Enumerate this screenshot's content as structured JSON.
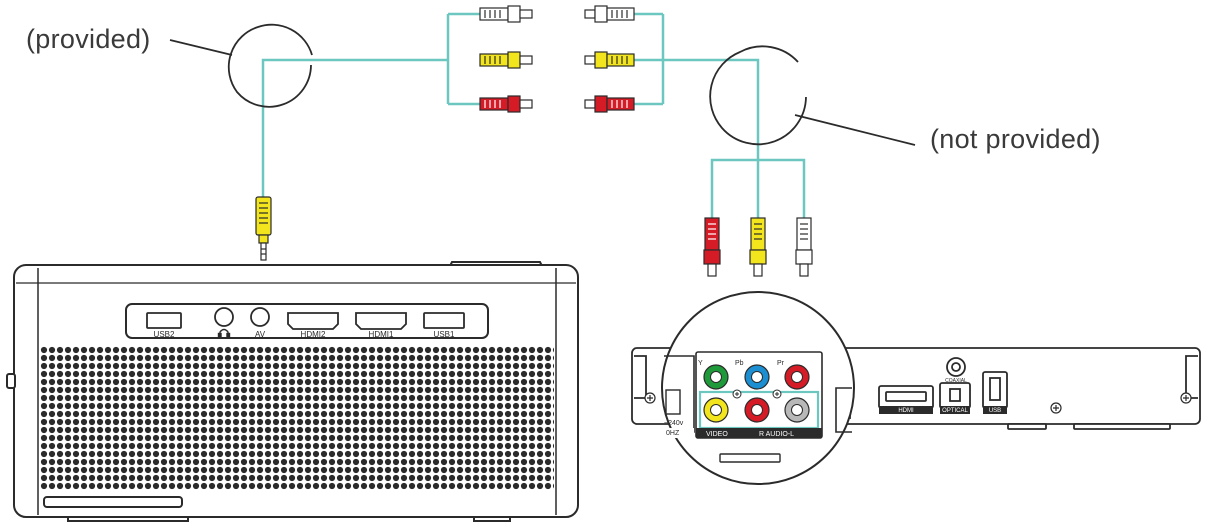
{
  "callouts": {
    "provided": "(provided)",
    "not_provided": "(not provided)"
  },
  "projector": {
    "ports": [
      {
        "id": "usb2",
        "label": "USB2"
      },
      {
        "id": "headphone",
        "label": ""
      },
      {
        "id": "av",
        "label": "AV"
      },
      {
        "id": "hdmi2",
        "label": "HDMI2"
      },
      {
        "id": "hdmi1",
        "label": "HDMI1"
      },
      {
        "id": "usb1",
        "label": "USB1"
      }
    ]
  },
  "player": {
    "component_labels": {
      "y": "Y",
      "pb": "Pb",
      "pr": "Pr"
    },
    "video_label": "VIDEO",
    "audio_label": "R AUDIO-L",
    "voltage_label": "~240v",
    "freq_label": "0HZ",
    "coaxial_label": "COAXIAL",
    "hdmi_label": "HDMI",
    "optical_label": "OPTICAL",
    "usb_label": "USB"
  },
  "colors": {
    "cable": "#6cc7c0",
    "plug_white": "#ffffff",
    "plug_yellow": "#f2e51d",
    "plug_red": "#d51b25",
    "jack_green": "#1f9a3a",
    "jack_blue": "#1b8fd2",
    "outline": "#2b2b2b"
  }
}
